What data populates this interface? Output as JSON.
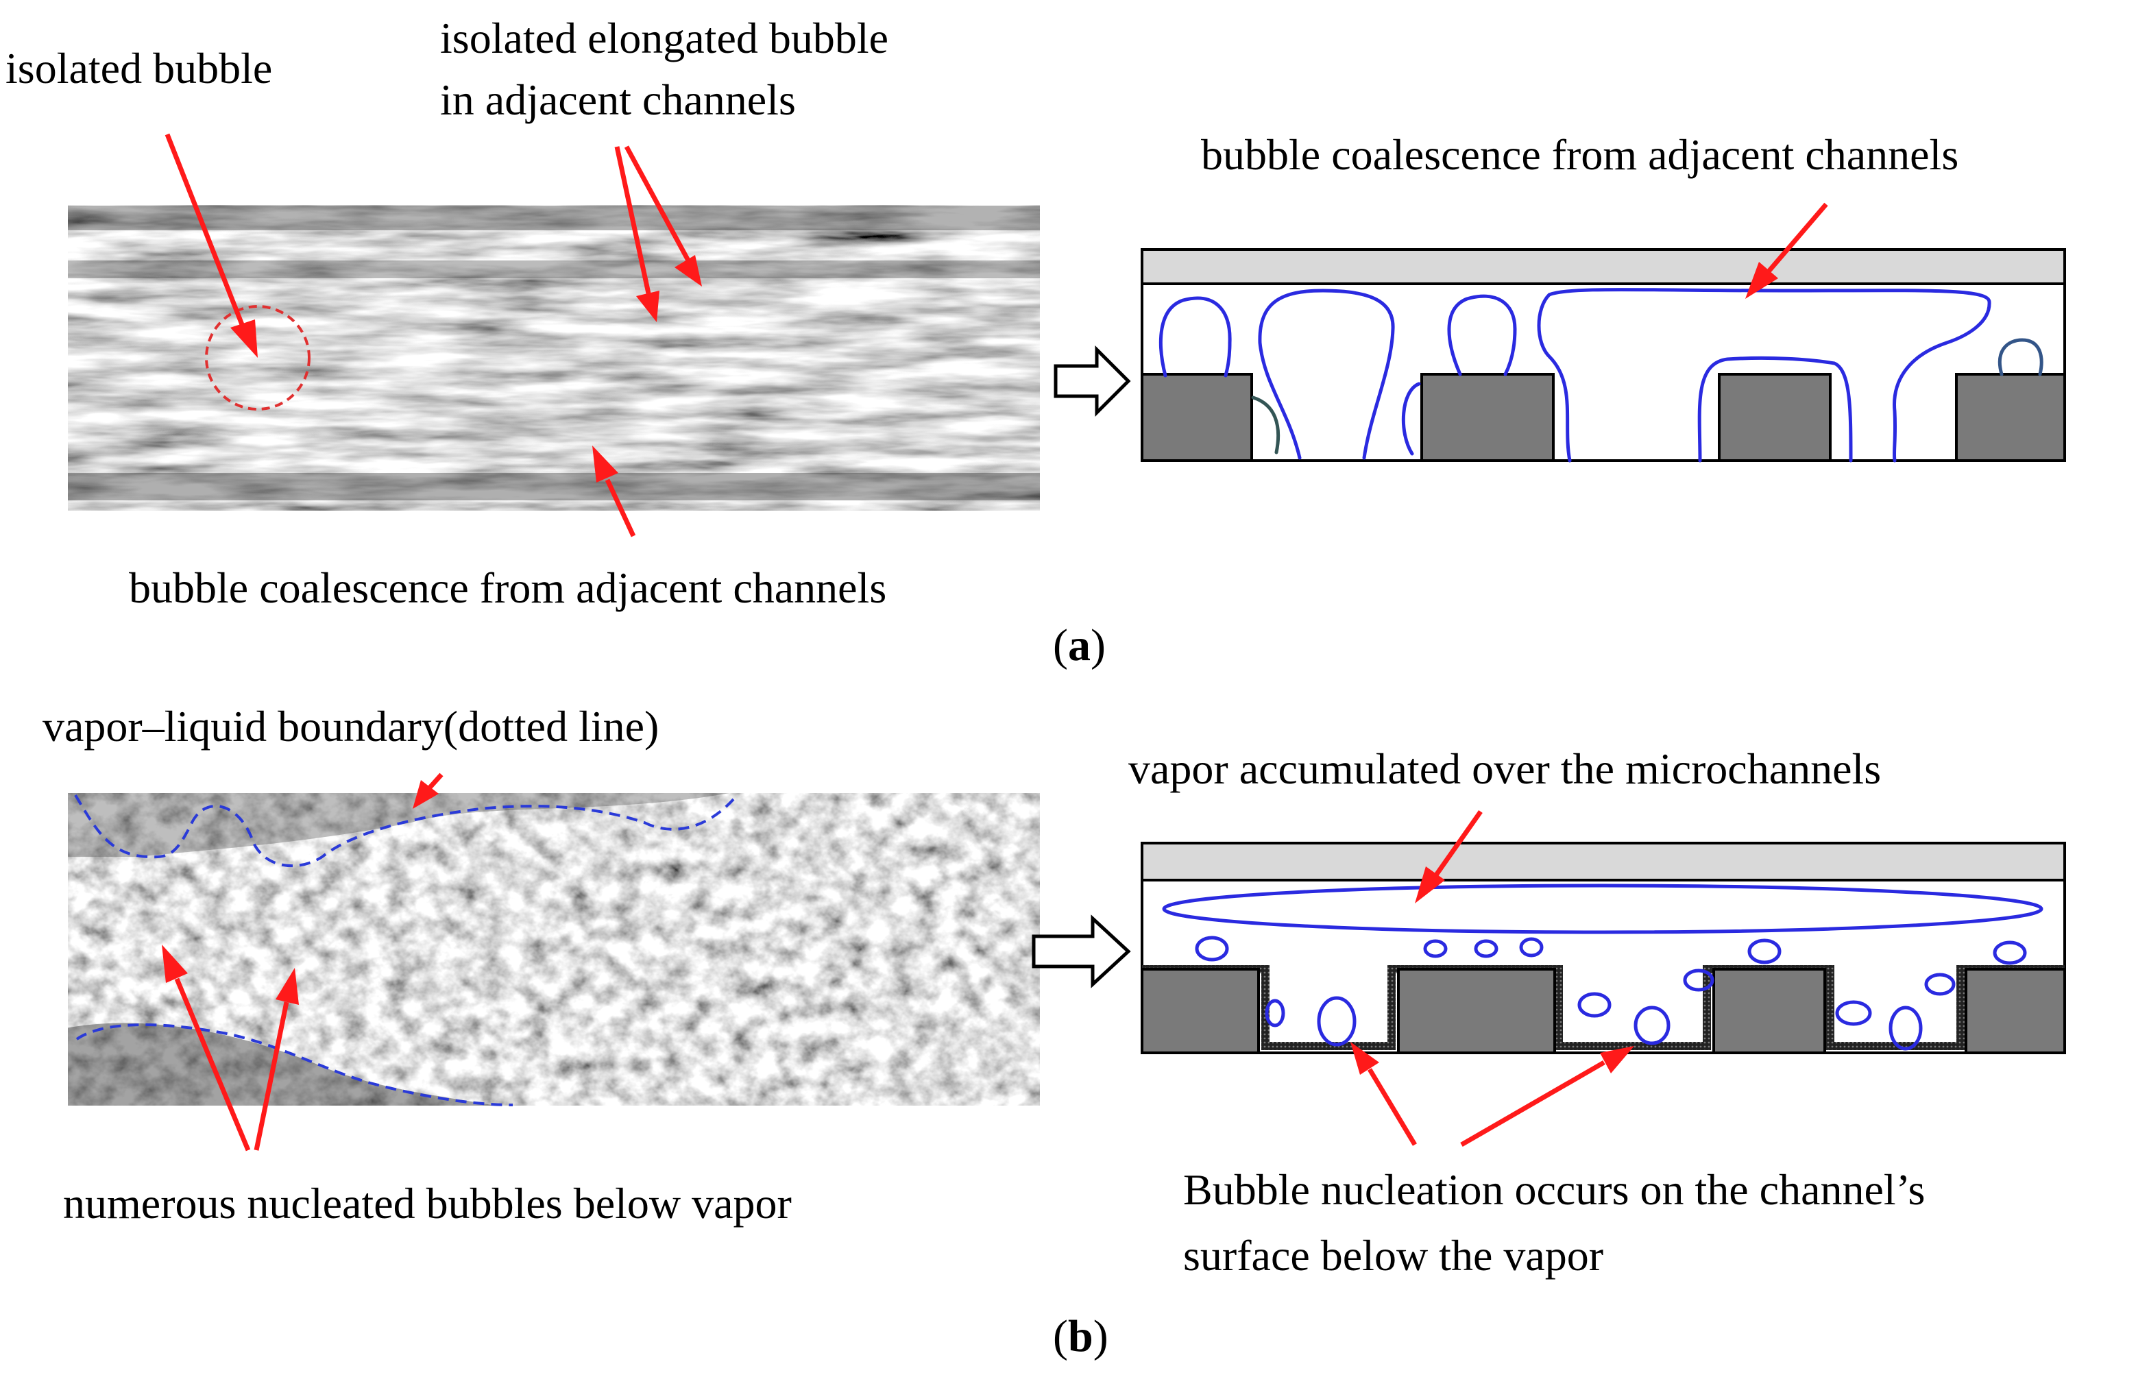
{
  "panel_a": {
    "photo_labels": {
      "isolated_bubble": "isolated bubble",
      "elongated_line1": "isolated elongated bubble",
      "elongated_line2": "in adjacent channels",
      "coalescence": "bubble coalescence from adjacent channels"
    },
    "schematic_label": "bubble coalescence from adjacent channels",
    "caption": "a"
  },
  "panel_b": {
    "photo_labels": {
      "boundary": "vapor–liquid boundary(dotted line)",
      "nucleated": "numerous nucleated bubbles below vapor"
    },
    "schematic_labels": {
      "vapor": "vapor accumulated over the microchannels",
      "nucleation_line1": "Bubble nucleation occurs on the channel’s",
      "nucleation_line2": "surface below the vapor"
    },
    "caption": "b"
  },
  "colors": {
    "arrow": "#ff1a1a",
    "bubble_outline": "#2a2ae0",
    "boundary_dashes": "#2a3ad8",
    "channel_fill": "#7a7a7a",
    "cover_fill": "#d9d9d9"
  }
}
